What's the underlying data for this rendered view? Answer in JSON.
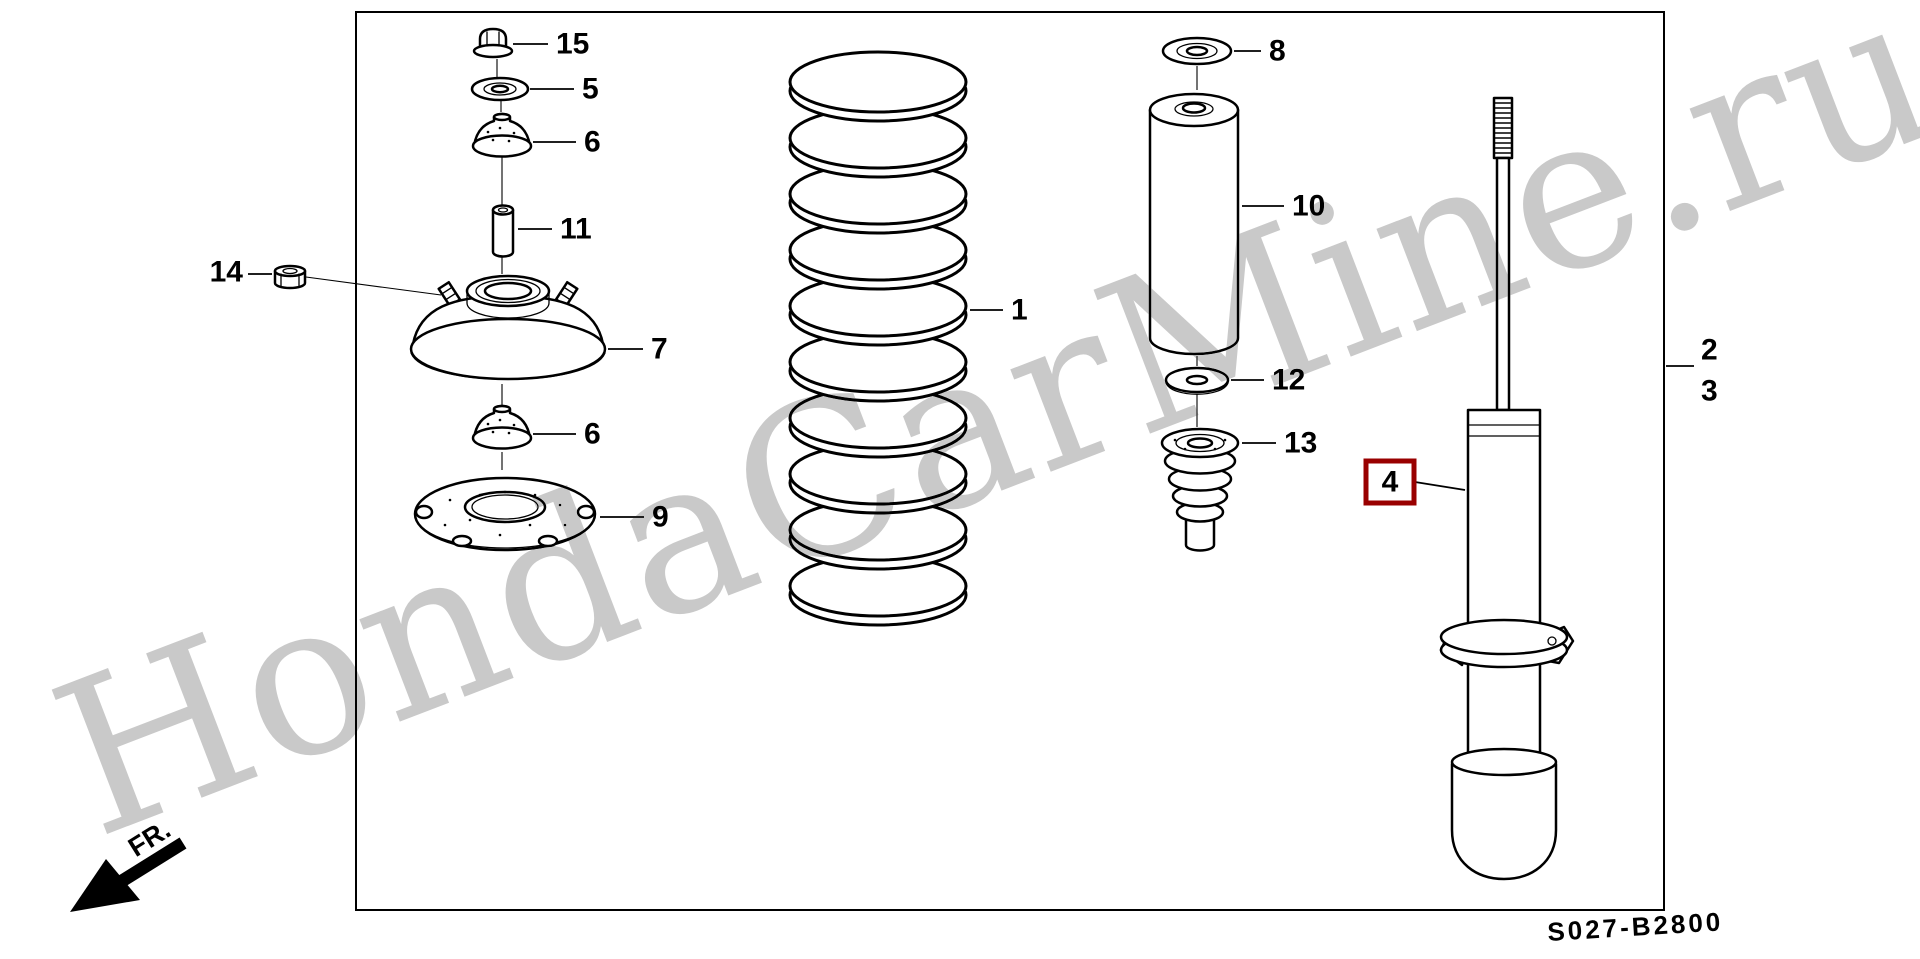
{
  "diagram": {
    "code": "S027-B2800",
    "fr_label": "FR.",
    "watermark": "HondaCarMine.ru"
  },
  "callouts": {
    "1": "1",
    "2": "2",
    "3": "3",
    "4": "4",
    "5": "5",
    "6": "6",
    "7": "7",
    "8": "8",
    "9": "9",
    "10": "10",
    "11": "11",
    "12": "12",
    "13": "13",
    "14": "14",
    "15": "15"
  },
  "colors": {
    "highlight_box": "#990000",
    "line": "#000000",
    "watermark": "#c9c9c9"
  }
}
